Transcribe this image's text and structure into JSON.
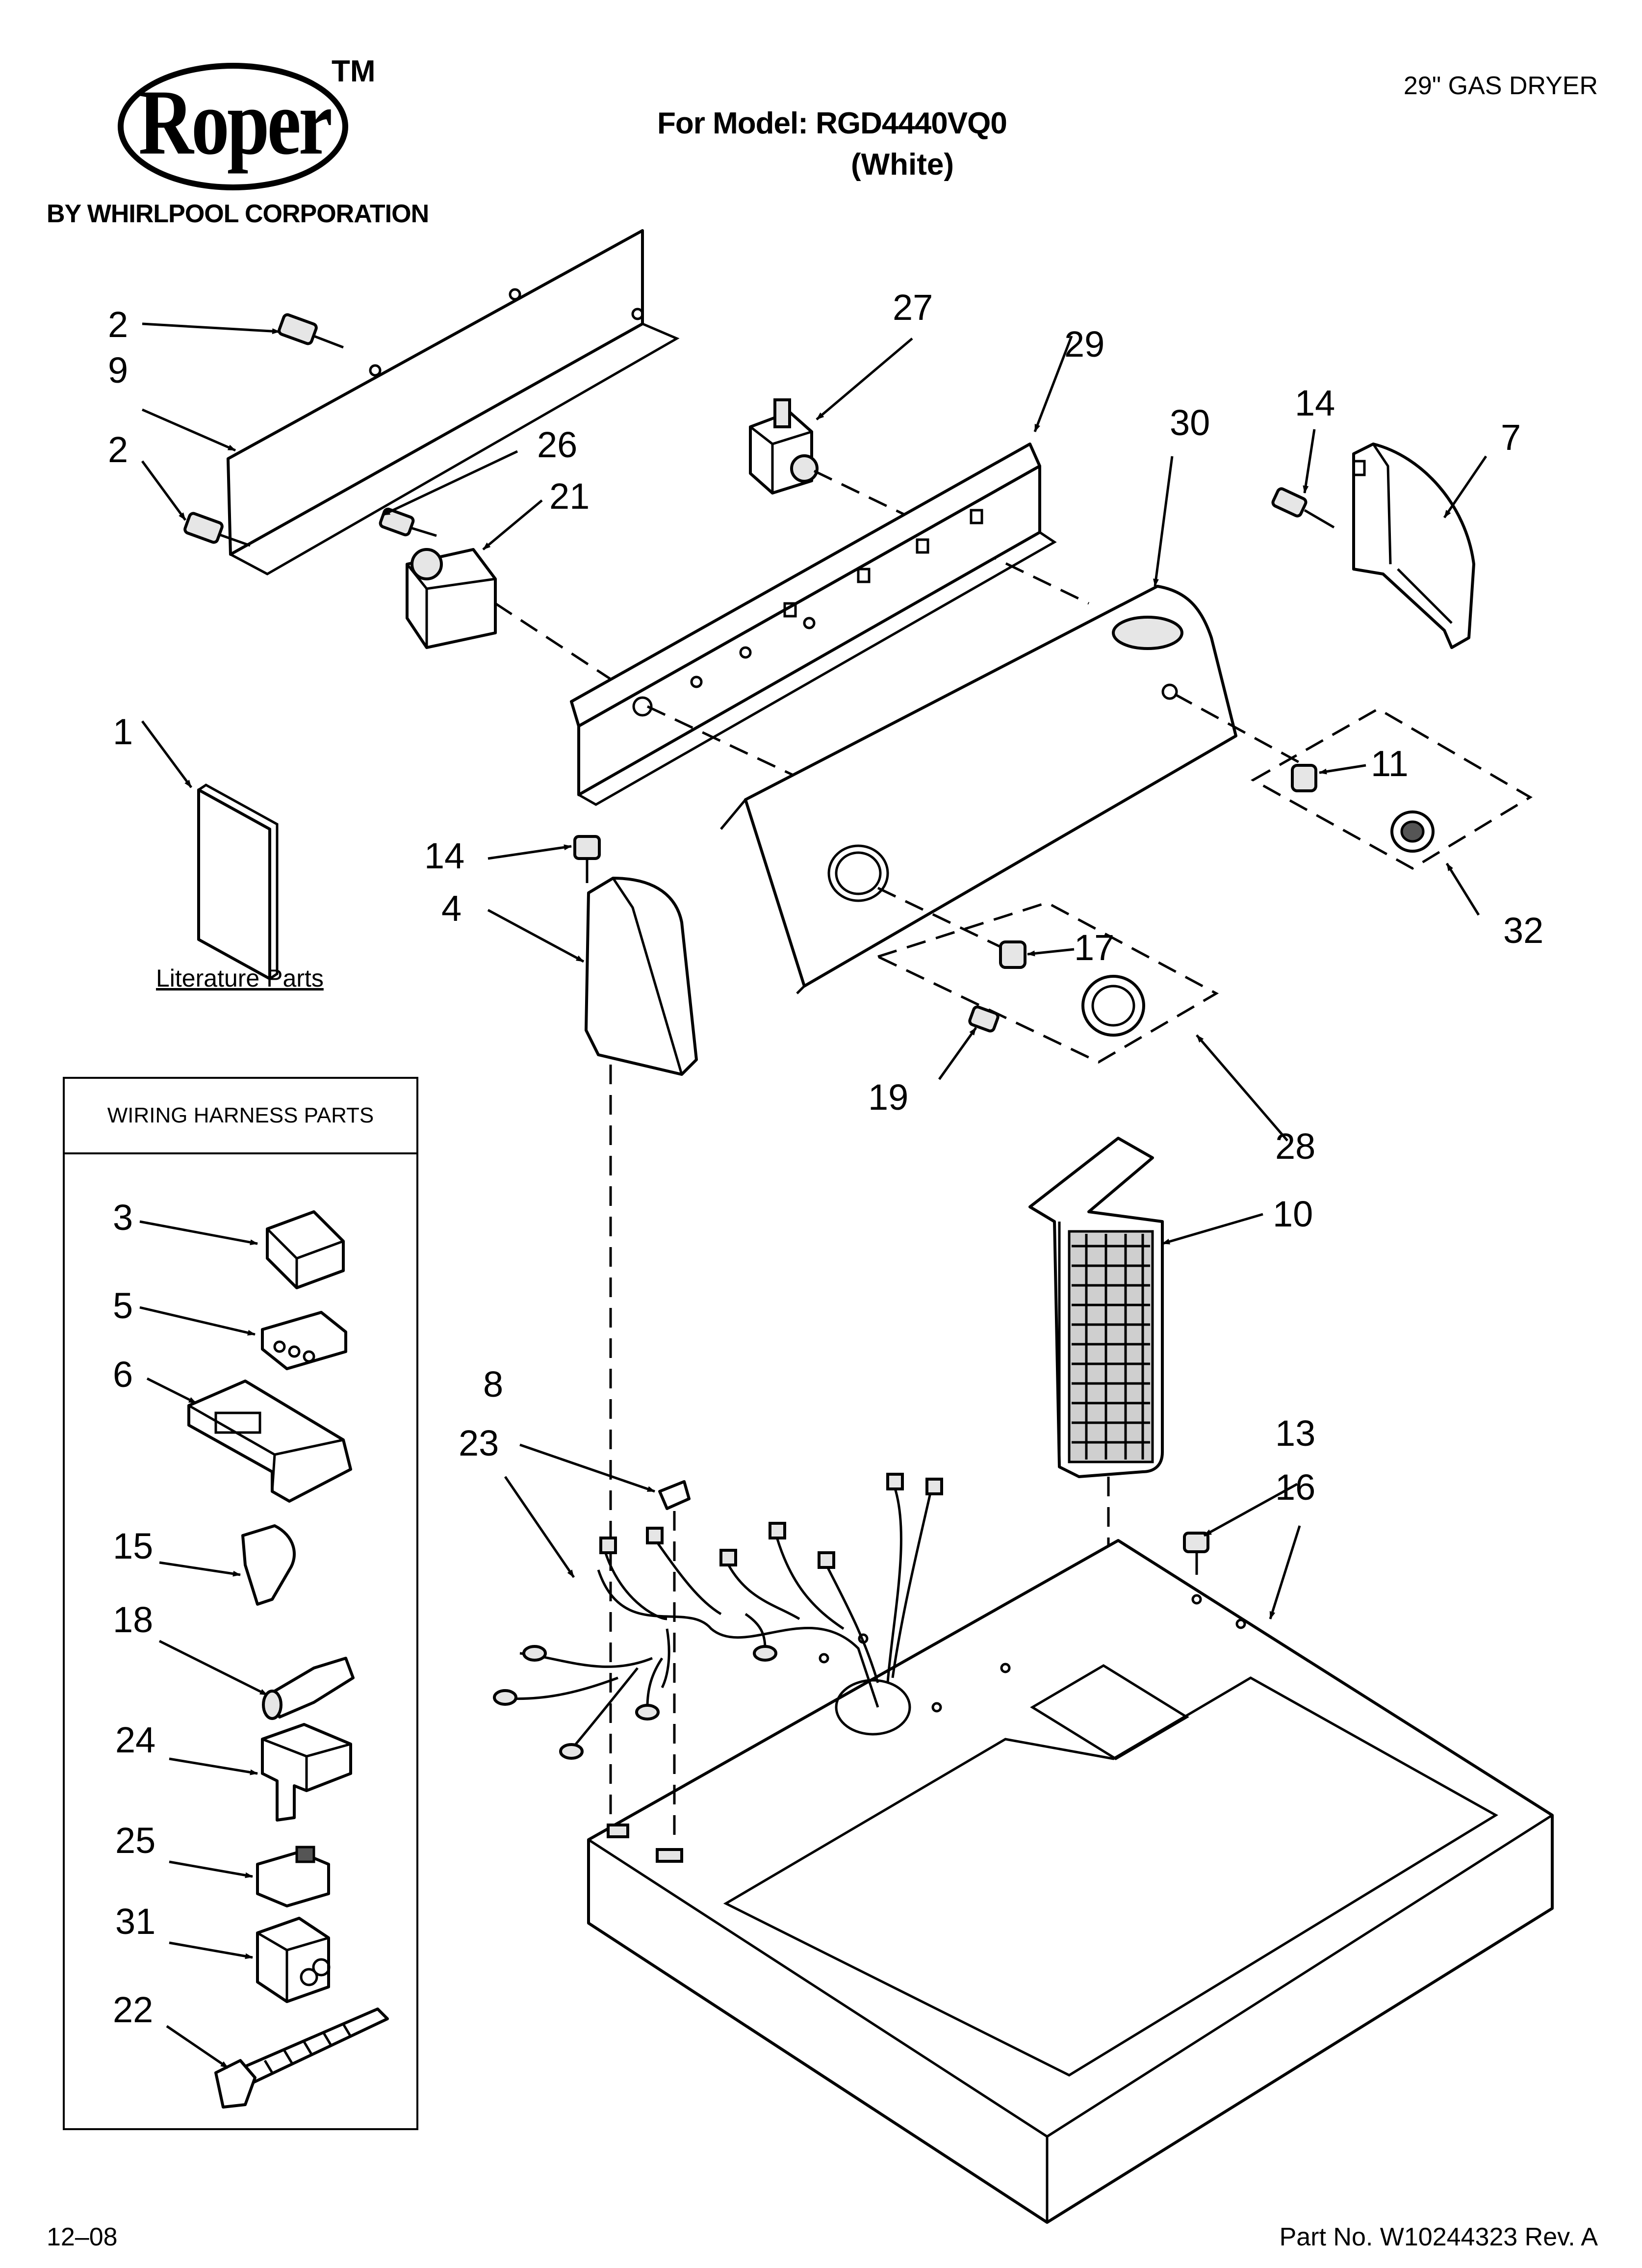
{
  "header": {
    "brand": "Roper",
    "trademark": "TM",
    "byline": "BY WHIRLPOOL CORPORATION",
    "model_line": "For Model: RGD4440VQ0",
    "color_line": "(White)",
    "doc_type": "29\" GAS DRYER"
  },
  "literature": {
    "label": "Literature Parts"
  },
  "wiring_box": {
    "title": "WIRING HARNESS PARTS"
  },
  "callouts": {
    "c2a": "2",
    "c9": "9",
    "c2b": "2",
    "c26": "26",
    "c21": "21",
    "c27": "27",
    "c29": "29",
    "c30": "30",
    "c14a": "14",
    "c7": "7",
    "c1": "1",
    "c11": "11",
    "c14b": "14",
    "c4": "4",
    "c32": "32",
    "c17": "17",
    "c19": "19",
    "c28": "28",
    "c10": "10",
    "c3": "3",
    "c5": "5",
    "c6": "6",
    "c8": "8",
    "c23": "23",
    "c13": "13",
    "c16": "16",
    "c15": "15",
    "c18": "18",
    "c24": "24",
    "c25": "25",
    "c31": "31",
    "c22": "22"
  },
  "footer": {
    "date_code": "12–08",
    "part_number": "Part No. W10244323 Rev. A"
  }
}
